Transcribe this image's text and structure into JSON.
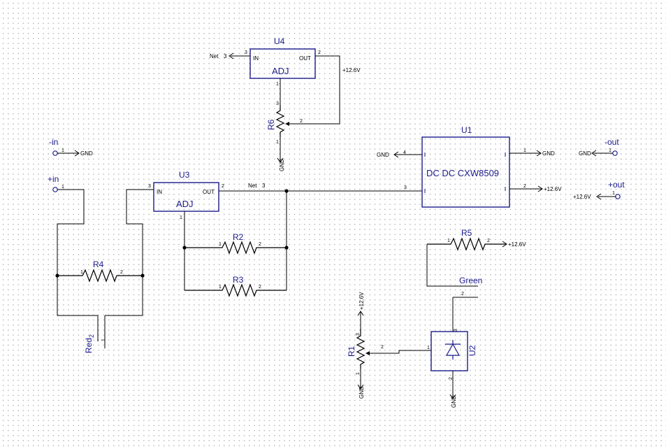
{
  "u4": {
    "ref": "U4",
    "in": "IN",
    "out": "OUT",
    "value": "ADJ",
    "pin_in": "3",
    "pin_out": "2",
    "pin_adj": "1"
  },
  "u3": {
    "ref": "U3",
    "in": "IN",
    "out": "OUT",
    "value": "ADJ",
    "pin_in": "3",
    "pin_out": "2",
    "pin_adj": "1"
  },
  "u1": {
    "ref": "U1",
    "value": "DC DC CXW8509",
    "pin_tl": "4",
    "pin_bl": "3",
    "pin_tr": "1",
    "pin_br": "2"
  },
  "u2": {
    "ref": "U2",
    "pin_a": "1",
    "pin_top": "3",
    "pin_bot": "2"
  },
  "r1": {
    "ref": "R1",
    "pin1": "1",
    "pin2": "2",
    "pin3": "3"
  },
  "r2": {
    "ref": "R2",
    "pin1": "1",
    "pin2": "2"
  },
  "r3": {
    "ref": "R3",
    "pin1": "1",
    "pin2": "2"
  },
  "r4": {
    "ref": "R4",
    "pin1": "1",
    "pin2": "2"
  },
  "r5": {
    "ref": "R5",
    "pin1": "1",
    "pin2": "2"
  },
  "r6": {
    "ref": "R6",
    "pin1": "1",
    "pin2": "2",
    "pin3": "3"
  },
  "led_red": {
    "ref": "Red",
    "sub": "2",
    "pin": "1"
  },
  "led_green": {
    "ref": "Green",
    "pin": "2"
  },
  "terminals": {
    "minus_in": {
      "label": "-in",
      "pin": "1"
    },
    "plus_in": {
      "label": "+in",
      "pin": "1"
    },
    "minus_out": {
      "label": "-out",
      "pin": "1"
    },
    "plus_out": {
      "label": "+out",
      "pin": "1"
    }
  },
  "ports": {
    "net3_u4": {
      "label": "Net",
      "num": "3"
    },
    "net3_main": {
      "label": "Net",
      "num": "3"
    },
    "net3_pin": "3",
    "gnd": "GND",
    "v126": "+12.6V"
  }
}
